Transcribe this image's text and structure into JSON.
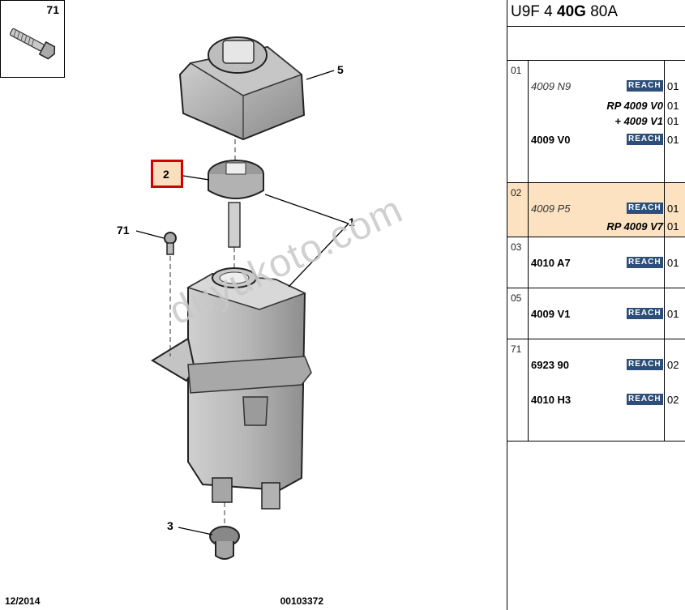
{
  "header": {
    "code_prefix": "U9F 4 ",
    "code_bold": "40G",
    "code_suffix": " 80A"
  },
  "thumbnail": {
    "number": "71"
  },
  "selected_callout": "2",
  "callouts": {
    "c1": "1",
    "c3": "3",
    "c5": "5",
    "c71": "71"
  },
  "watermark": "duyukoto.com",
  "footer": {
    "date": "12/2014",
    "reference": "00103372"
  },
  "badge": "REACH",
  "rows": [
    {
      "code": "01",
      "items": [
        {
          "ref": "4009 N9",
          "style": "italic",
          "reach": true,
          "qty": "01"
        },
        {
          "ref": "RP 4009 V0",
          "style": "right",
          "reach": false,
          "qty": "01"
        },
        {
          "ref": "+ 4009 V1",
          "style": "right",
          "reach": false,
          "qty": "01"
        },
        {
          "ref": "4009 V0",
          "style": "bold",
          "reach": true,
          "qty": "01"
        }
      ]
    },
    {
      "code": "02",
      "items": [
        {
          "ref": "4009 P5",
          "style": "italic",
          "reach": true,
          "qty": "01"
        },
        {
          "ref": "RP 4009 V7",
          "style": "right",
          "reach": false,
          "qty": "01"
        }
      ]
    },
    {
      "code": "03",
      "items": [
        {
          "ref": "4010 A7",
          "style": "bold",
          "reach": true,
          "qty": "01"
        }
      ]
    },
    {
      "code": "05",
      "items": [
        {
          "ref": "4009 V1",
          "style": "bold",
          "reach": true,
          "qty": "01"
        }
      ]
    },
    {
      "code": "71",
      "items": [
        {
          "ref": "6923 90",
          "style": "bold",
          "reach": true,
          "qty": "02"
        },
        {
          "ref": "4010 H3",
          "style": "bold",
          "reach": true,
          "qty": "02"
        }
      ]
    }
  ],
  "colors": {
    "highlight": "#fce2c0",
    "reach_badge": "#2c4e78",
    "selection_border": "#d40000"
  }
}
